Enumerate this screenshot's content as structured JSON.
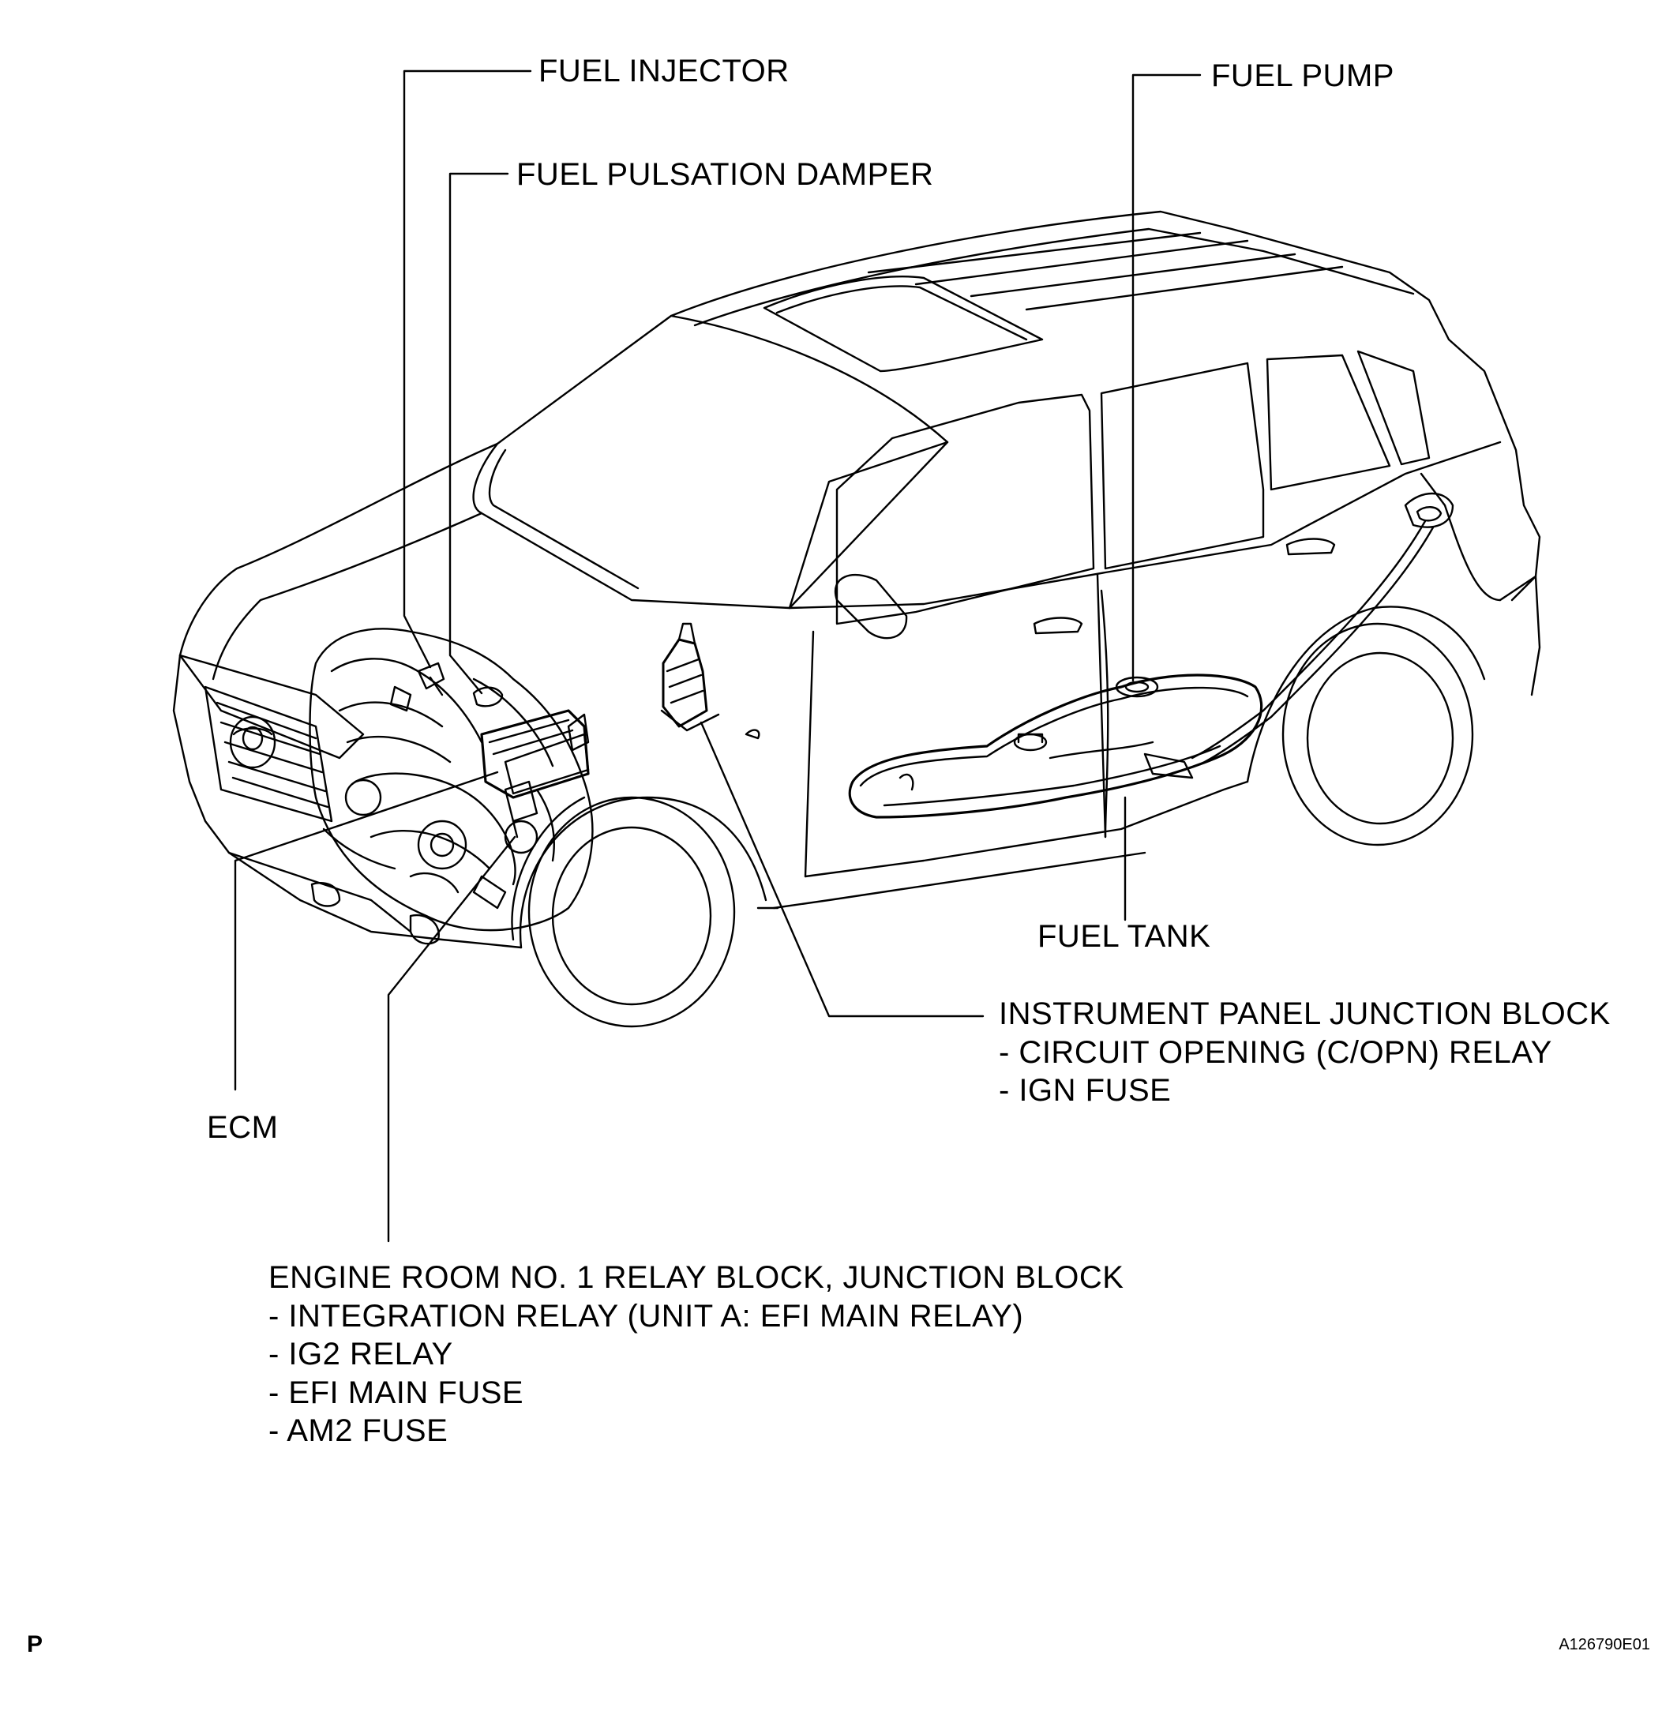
{
  "labels": {
    "fuel_injector": "FUEL INJECTOR",
    "fuel_pulsation_damper": "FUEL PULSATION DAMPER",
    "fuel_pump": "FUEL PUMP",
    "fuel_tank": "FUEL TANK",
    "ecm": "ECM",
    "instrument_panel": {
      "title": "INSTRUMENT PANEL JUNCTION BLOCK",
      "items": [
        "- CIRCUIT OPENING (C/OPN) RELAY",
        "- IGN FUSE"
      ]
    },
    "engine_room": {
      "title": "ENGINE ROOM NO. 1 RELAY BLOCK, JUNCTION BLOCK",
      "items": [
        "- INTEGRATION RELAY (UNIT A: EFI MAIN RELAY)",
        "- IG2 RELAY",
        "- EFI MAIN FUSE",
        "- AM2 FUSE"
      ]
    }
  },
  "footer": {
    "page_code": "P",
    "figure_id": "A126790E01"
  },
  "colors": {
    "line": "#000000",
    "background": "#ffffff"
  }
}
